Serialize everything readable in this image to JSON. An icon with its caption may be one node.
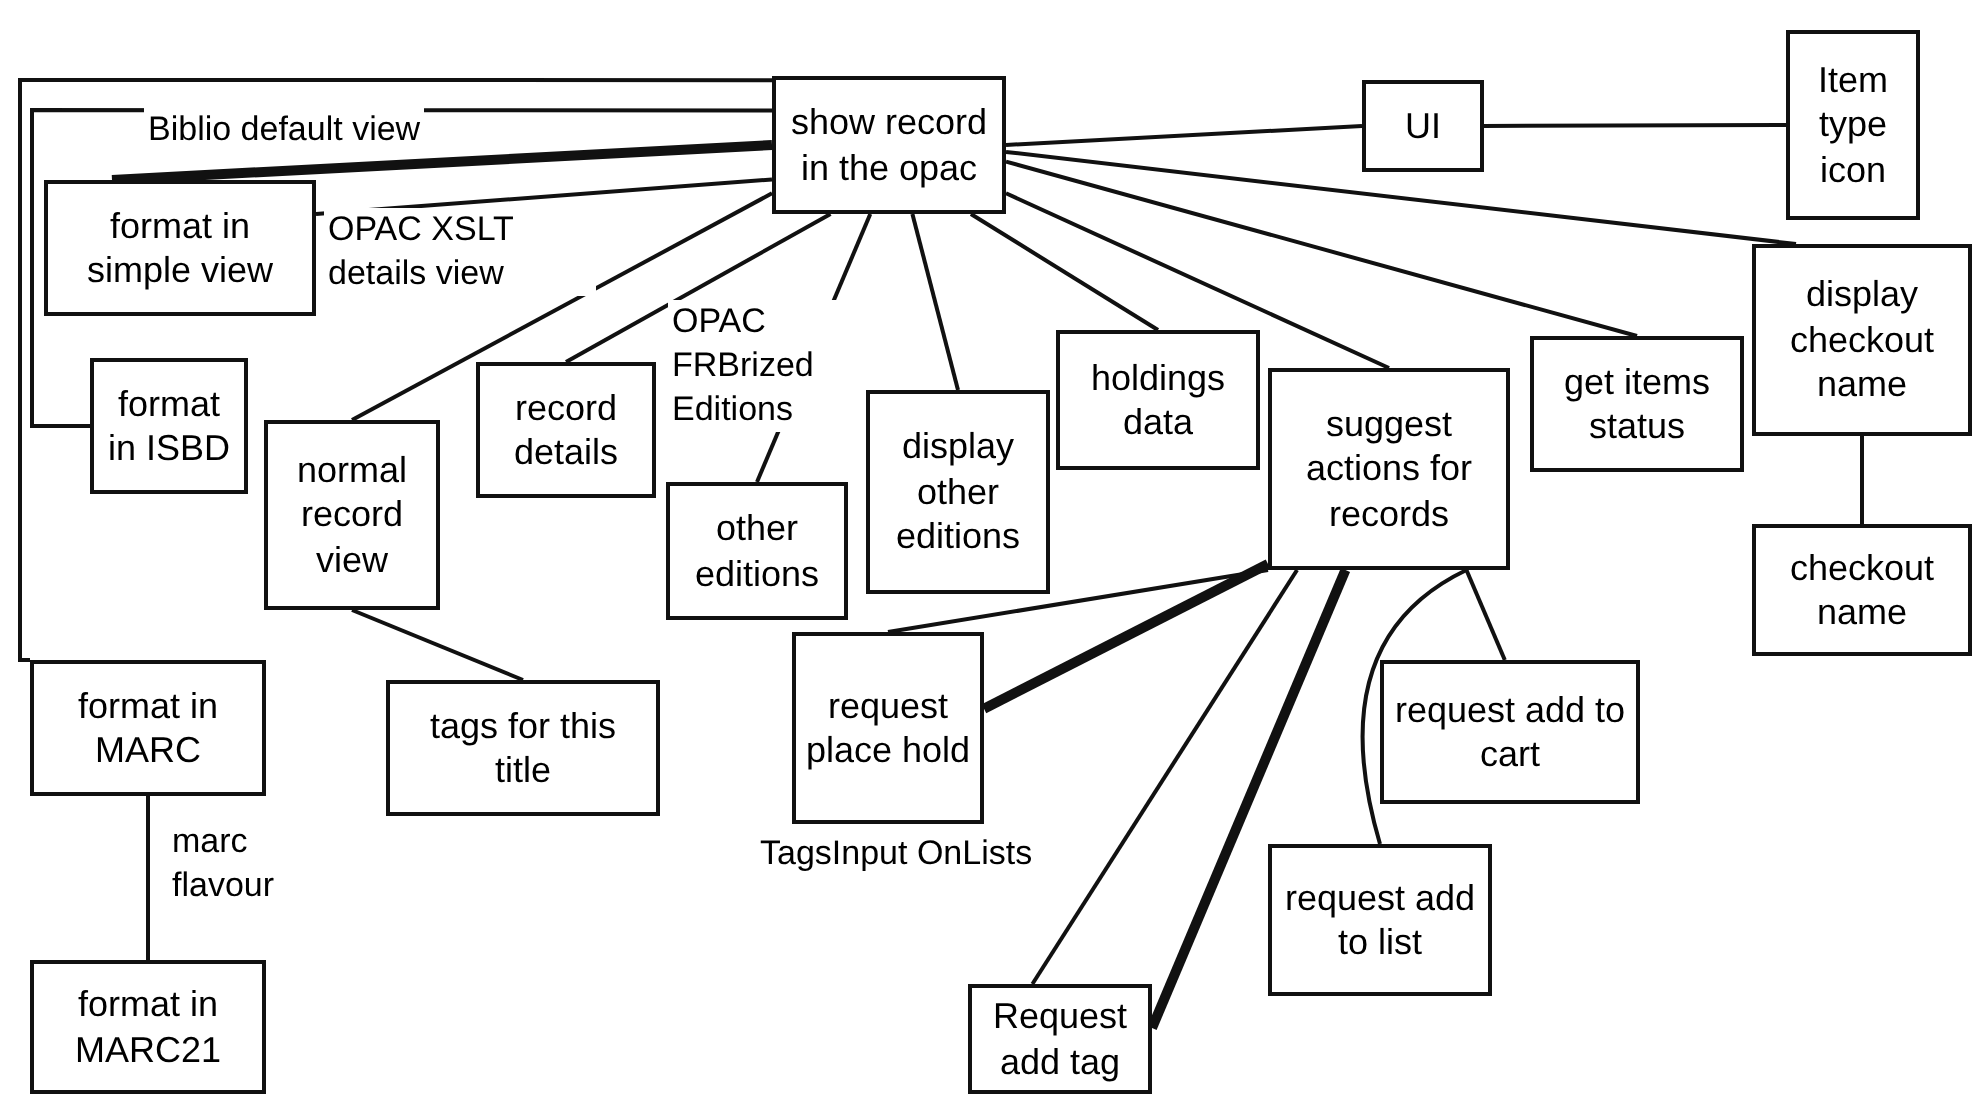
{
  "diagram": {
    "nodes": [
      {
        "text": [
          "show record in the opac"
        ]
      },
      {
        "text": [
          "UI"
        ]
      },
      {
        "text": [
          "Item type icon"
        ]
      },
      {
        "text": [
          "format in simple view"
        ]
      },
      {
        "text": [
          "format in ISBD"
        ]
      },
      {
        "text": [
          "normal record view"
        ]
      },
      {
        "text": [
          "record details"
        ]
      },
      {
        "text": [
          "other editions"
        ]
      },
      {
        "text": [
          "display other editions"
        ]
      },
      {
        "text": [
          "holdings data"
        ]
      },
      {
        "text": [
          "suggest actions for records"
        ]
      },
      {
        "text": [
          "get items status"
        ]
      },
      {
        "text": [
          "display checkout name"
        ]
      },
      {
        "text": [
          "checkout name"
        ]
      },
      {
        "text": [
          "format in MARC"
        ]
      },
      {
        "text": [
          "tags for this title"
        ]
      },
      {
        "text": [
          "request place hold"
        ]
      },
      {
        "text": [
          "Request add tag"
        ]
      },
      {
        "text": [
          "request add to cart"
        ]
      },
      {
        "text": [
          "request add to list"
        ]
      },
      {
        "text": [
          "format in MARC21"
        ]
      }
    ],
    "edges": [
      {
        "from": 0,
        "to": 1,
        "arrow": "none"
      },
      {
        "from": 1,
        "to": 2,
        "arrow": "none"
      },
      {
        "from": 0,
        "to": 12,
        "arrow": "none"
      },
      {
        "from": 12,
        "to": 13,
        "arrow": "none"
      },
      {
        "from": 0,
        "to": 11,
        "arrow": "none"
      },
      {
        "from": 0,
        "to": 10,
        "arrow": "none"
      },
      {
        "from": 0,
        "to": 9,
        "arrow": "none"
      },
      {
        "from": 0,
        "to": 8,
        "arrow": "none"
      },
      {
        "from": 0,
        "to": 7,
        "arrow": "none",
        "label": "OPAC FRBrized Editions"
      },
      {
        "from": 0,
        "to": 6,
        "arrow": "none"
      },
      {
        "from": 0,
        "to": 5,
        "arrow": "none"
      },
      {
        "from": 0,
        "to": 3,
        "arrow": "none",
        "label": "OPAC XSLT details view"
      },
      {
        "from": 0,
        "to": 3,
        "arrow": "none",
        "label": "Biblio default view",
        "style": "thick"
      },
      {
        "from": 0,
        "to": 4,
        "arrow": "none"
      },
      {
        "from": 0,
        "to": 14,
        "arrow": "none"
      },
      {
        "from": 14,
        "to": 20,
        "arrow": "none",
        "label": "marc flavour"
      },
      {
        "from": 5,
        "to": 15,
        "arrow": "none"
      },
      {
        "from": 10,
        "to": 16,
        "arrow": "none"
      },
      {
        "from": 10,
        "to": 16,
        "arrow": "none",
        "style": "thick"
      },
      {
        "from": 10,
        "to": 17,
        "arrow": "none",
        "label": "TagsInput OnLists"
      },
      {
        "from": 10,
        "to": 17,
        "arrow": "none",
        "style": "thick"
      },
      {
        "from": 10,
        "to": 19,
        "arrow": "none"
      },
      {
        "from": 10,
        "to": 18,
        "arrow": "none"
      }
    ]
  }
}
